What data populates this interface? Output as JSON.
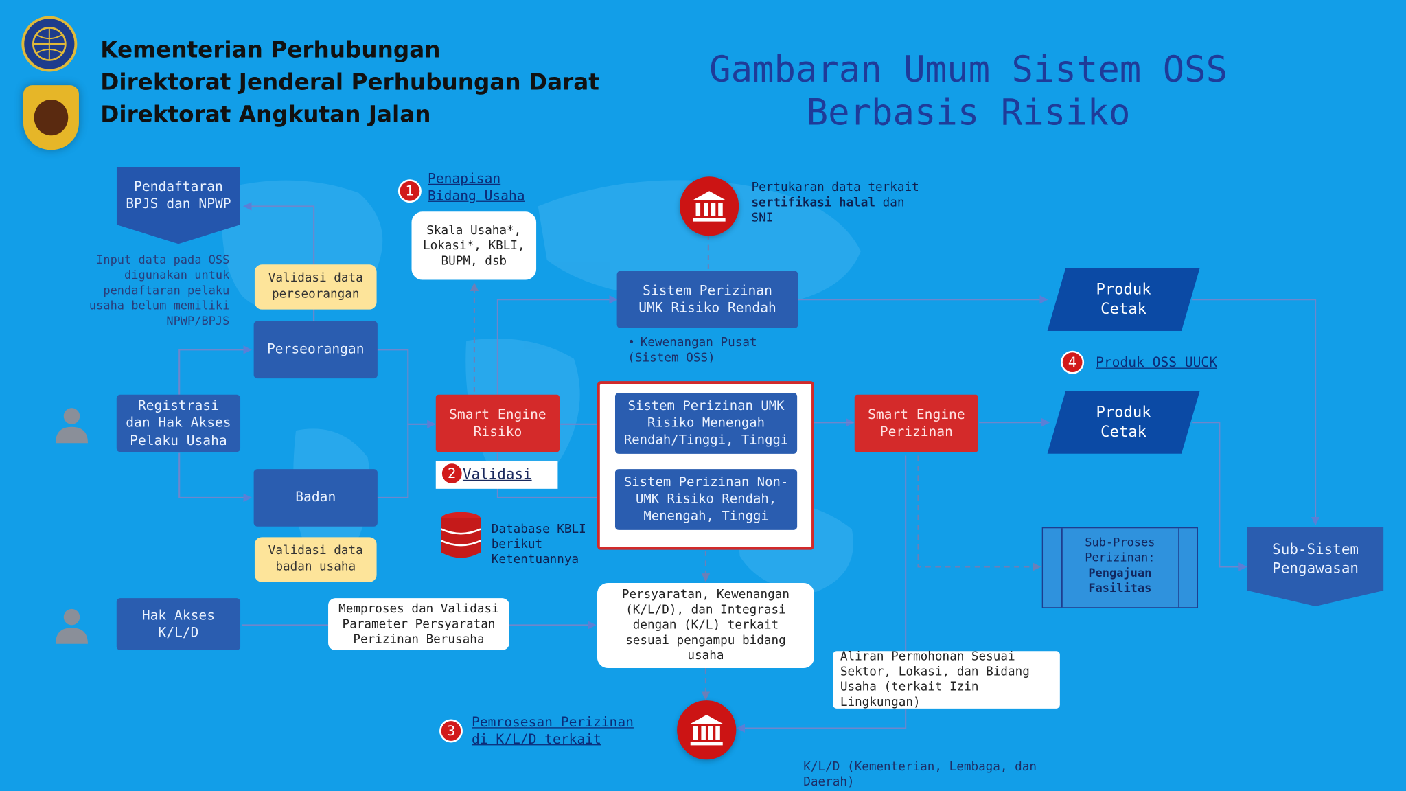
{
  "header": {
    "org_line1": "Kementerian Perhubungan",
    "org_line2": "Direktorat Jenderal Perhubungan Darat",
    "org_line3": "Direktorat Angkutan Jalan",
    "title_line1": "Gambaran Umum Sistem OSS",
    "title_line2": "Berbasis Risiko"
  },
  "left": {
    "bpjs_box": "Pendaftaran BPJS dan NPWP",
    "input_note": "Input data pada OSS digunakan untuk pendaftaran pelaku usaha belum memiliki NPWP/BPJS",
    "registrasi": "Registrasi dan Hak Akses Pelaku Usaha",
    "validasi_perseorangan": "Validasi data perseorangan",
    "perseorangan": "Perseorangan",
    "badan": "Badan",
    "validasi_badan": "Validasi data badan usaha",
    "hak_akses": "Hak Akses K/L/D",
    "memproses": "Memproses dan Validasi Parameter Persyaratan Perizinan Berusaha"
  },
  "center": {
    "step1_num": "1",
    "step1_label": "Penapisan Bidang Usaha",
    "skala": "Skala Usaha*, Lokasi*, KBLI, BUPM, dsb",
    "smart_engine_risiko": "Smart Engine Risiko",
    "step2_num": "2",
    "step2_label": "Validasi",
    "database": "Database KBLI berikut Ketentuannya",
    "pertukaran_1": "Pertukaran data terkait",
    "pertukaran_2": "sertifikasi halal",
    "pertukaran_3": "dan",
    "pertukaran_4": "SNI",
    "umk_rendah": "Sistem Perizinan UMK Risiko Rendah",
    "kewenangan": "Kewenangan Pusat (Sistem OSS)",
    "umk_menengah": "Sistem Perizinan UMK Risiko Menengah Rendah/Tinggi, Tinggi",
    "non_umk": "Sistem Perizinan Non-UMK Risiko Rendah, Menengah, Tinggi",
    "persyaratan": "Persyaratan, Kewenangan (K/L/D), dan Integrasi dengan (K/L) terkait sesuai pengampu bidang usaha",
    "step3_num": "3",
    "step3_label": "Pemrosesan Perizinan di K/L/D terkait",
    "aliran": "Aliran Permohonan Sesuai Sektor, Lokasi, dan Bidang Usaha (terkait Izin Lingkungan)",
    "kld_note": "K/L/D (Kementerian, Lembaga, dan Daerah)"
  },
  "right": {
    "smart_engine_perizinan": "Smart Engine Perizinan",
    "produk_cetak_1": "Produk Cetak",
    "produk_cetak_2": "Produk Cetak",
    "step4_num": "4",
    "step4_label": "Produk OSS UUCK",
    "subproses_1": "Sub-Proses Perizinan:",
    "subproses_2": "Pengajuan Fasilitas",
    "subsistem": "Sub-Sistem Pengawasan"
  },
  "colors": {
    "background": "#129ee8",
    "dark_box": "#2a5db0",
    "red": "#d42a2a",
    "navy": "#0b4aa5",
    "yellow": "#fde49a",
    "title": "#1f3b99"
  },
  "icons": [
    "kemenhub-logo",
    "dishub-emblem",
    "person-icon",
    "institution-icon",
    "database-icon"
  ]
}
